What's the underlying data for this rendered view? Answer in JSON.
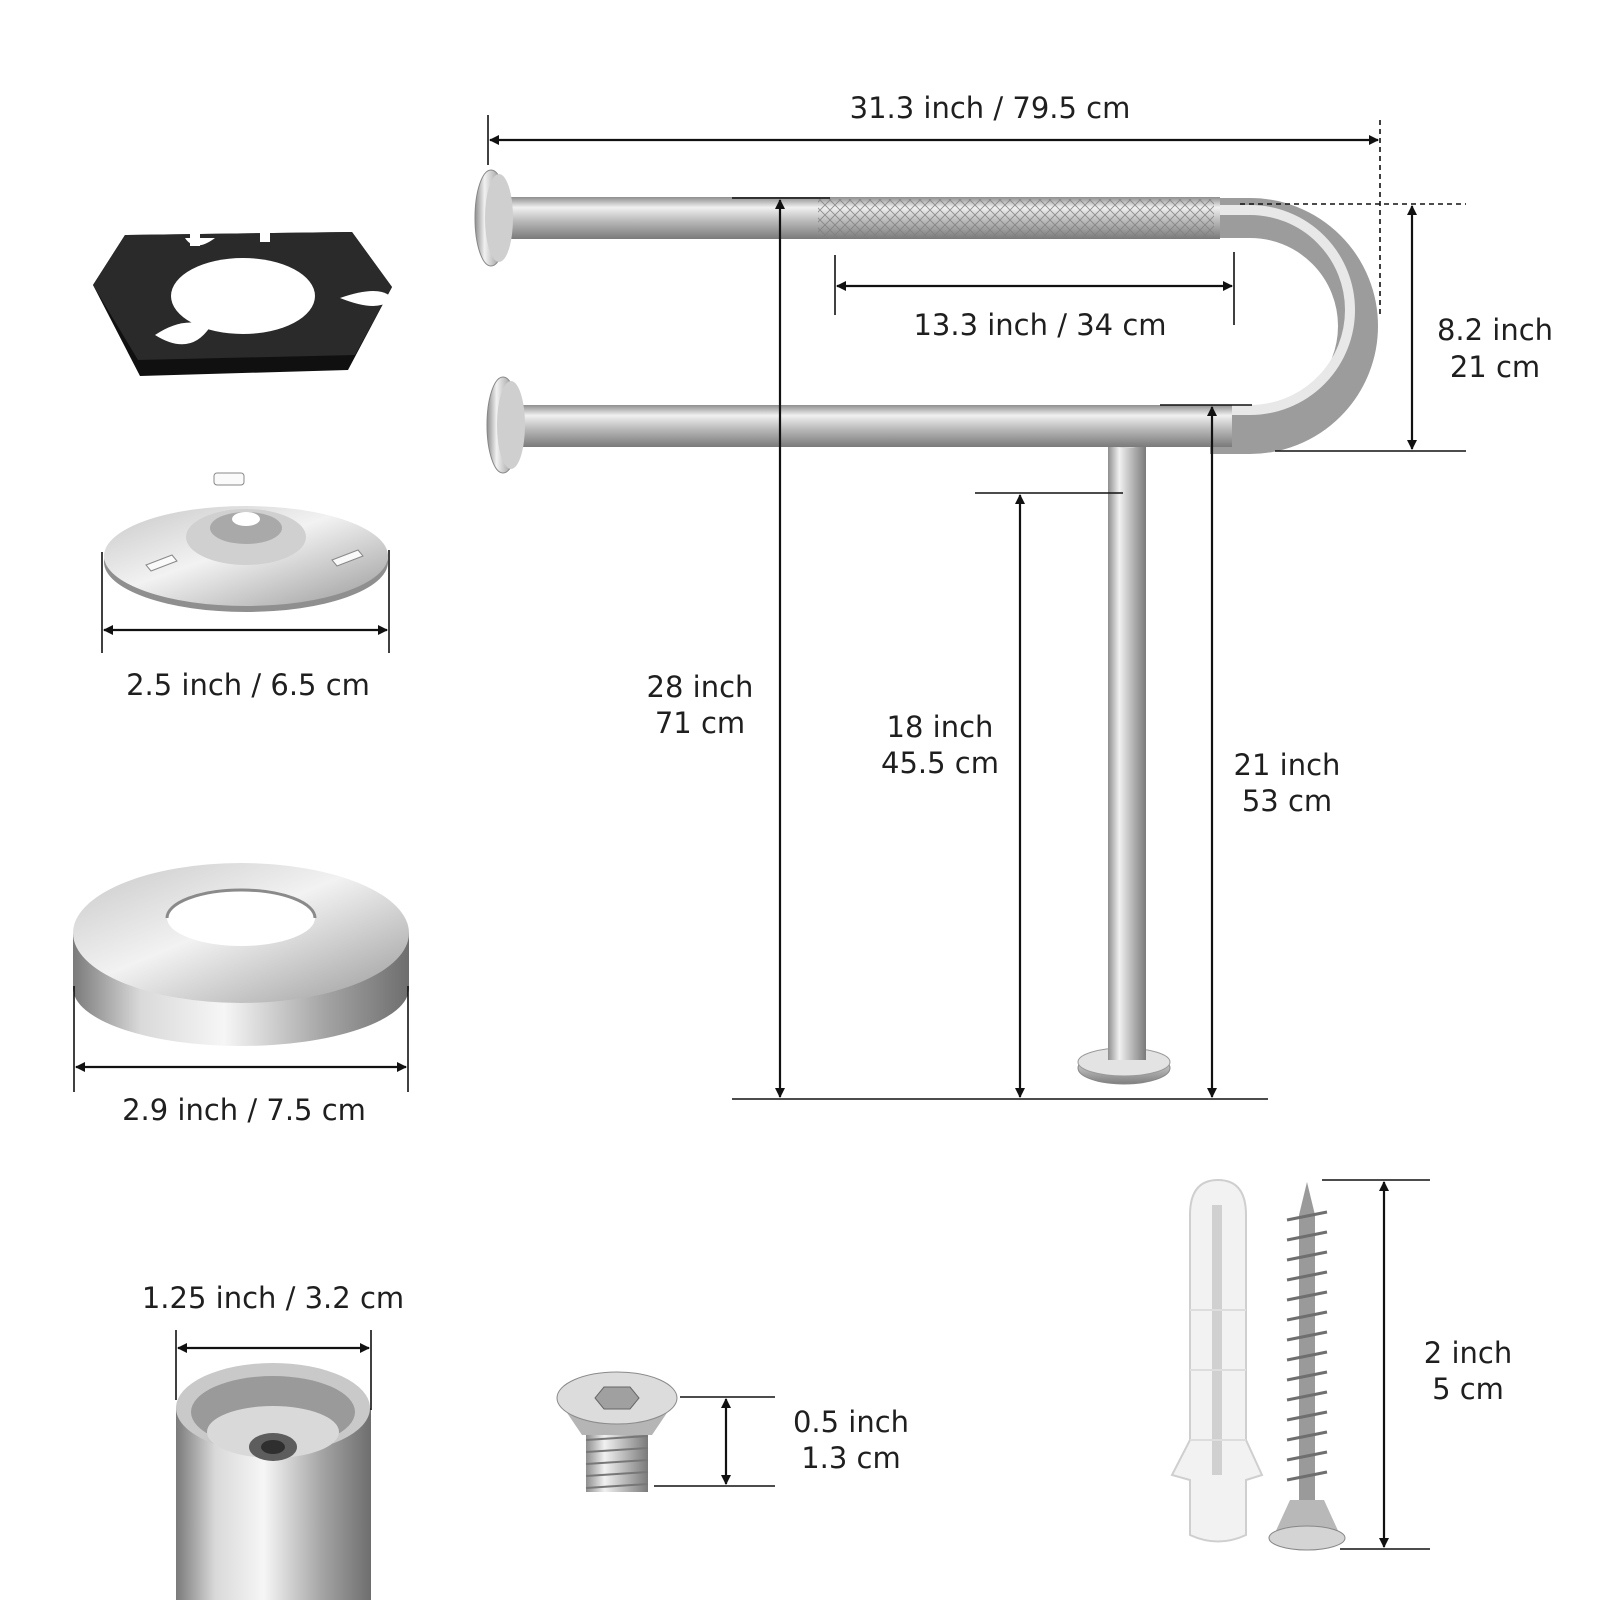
{
  "labels": {
    "overall_width": "31.3 inch / 79.5 cm",
    "knurled_grip": "13.3 inch / 34 cm",
    "depth_inch": "8.2 inch",
    "depth_cm": "21 cm",
    "total_height_inch": "28 inch",
    "total_height_cm": "71 cm",
    "leg_height_inch": "18 inch",
    "leg_height_cm": "45.5 cm",
    "lower_bar_height_inch": "21 inch",
    "lower_bar_height_cm": "53 cm",
    "gasket_plate": "2.5 inch / 6.5 cm",
    "cover_flange": "2.9 inch / 7.5 cm",
    "tube_diameter": "1.25 inch / 3.2 cm",
    "set_screw_inch": "0.5 inch",
    "set_screw_cm": "1.3 cm",
    "wall_screw_inch": "2 inch",
    "wall_screw_cm": "5 cm"
  },
  "colors": {
    "steel_light": "#e6e6e6",
    "steel_mid": "#b3b3b3",
    "steel_dark": "#7d7d7d",
    "gasket": "#1c1c1c",
    "plastic_anchor": "#f2f2f2",
    "dimension_line": "#111111"
  },
  "icons": [
    "grab-bar-illustration",
    "rubber-gasket-icon",
    "mounting-plate-icon",
    "cover-flange-icon",
    "tube-end-icon",
    "set-screw-icon",
    "wall-anchor-icon",
    "wood-screw-icon"
  ]
}
